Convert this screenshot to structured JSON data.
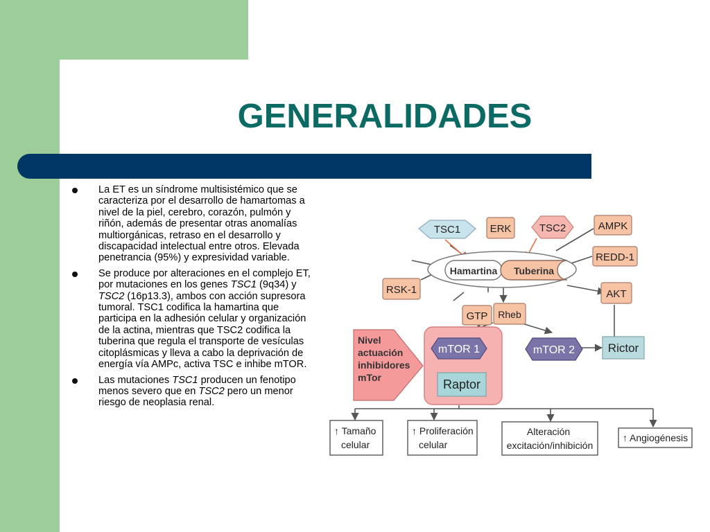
{
  "slide": {
    "title": "GENERALIDADES"
  },
  "colors": {
    "green": "#9dcd98",
    "title_teal": "#0b6a63",
    "bar_navy": "#003764",
    "protein_box": "#f7c3a5",
    "tsc1_box": "#c8e3ec",
    "tsc2_box": "#f5b7b0",
    "mtor_box": "#7b74a9",
    "raptor_box": "#a7d5d8",
    "rictor_box": "#b9dbe0",
    "nivel_arrow": "#f49a9a",
    "red_box": "#f6b1b1"
  },
  "bullets": [
    {
      "parts": [
        {
          "text": "La ET es un síndrome multisistémico que se caracteriza por el desarrollo de hamartomas a nivel de la piel, cerebro, corazón, pulmón y riñón, además de presentar otras anomalías multiorgánicas, retraso en el desarrollo y discapacidad intelectual entre otros. Elevada penetrancia (95%) y expresividad variable."
        }
      ]
    },
    {
      "parts": [
        {
          "text": "Se produce por alteraciones en el complejo ET, por mutaciones en los genes "
        },
        {
          "text": "TSC1",
          "italic": true
        },
        {
          "text": " (9q34) y "
        },
        {
          "text": "TSC2",
          "italic": true
        },
        {
          "text": " (16p13.3), ambos con acción supresora tumoral. TSC1 codifica la hamartina que participa en la adhesión celular y organización de la actina, mientras que TSC2 codifica la tuberina que regula el transporte de vesículas citoplásmicas y lleva a cabo la deprivación de energía vía AMPc, activa TSC e inhibe mTOR."
        }
      ]
    },
    {
      "parts": [
        {
          "text": "Las mutaciones "
        },
        {
          "text": "TSC1",
          "italic": true
        },
        {
          "text": " producen un fenotipo menos severo que en "
        },
        {
          "text": "TSC2",
          "italic": true
        },
        {
          "text": " pero un menor riesgo de neoplasia renal."
        }
      ]
    }
  ],
  "diagram": {
    "tsc1": "TSC1",
    "erk": "ERK",
    "tsc2": "TSC2",
    "ampk": "AMPK",
    "hamartina": "Hamartina",
    "tuberina": "Tuberina",
    "redd1": "REDD-1",
    "rsk1": "RSK-1",
    "akt": "AKT",
    "gtp": "GTP",
    "rheb": "Rheb",
    "nivel": [
      "Nivel",
      "actuación",
      "inhibidores",
      "mTor"
    ],
    "mtor1": "mTOR 1",
    "mtor2": "mTOR 2",
    "rictor": "Rictor",
    "raptor": "Raptor",
    "out1": [
      "↑ Tamaño",
      "celular"
    ],
    "out2": [
      "↑ Proliferación",
      "celular"
    ],
    "out3": [
      "Alteración",
      "excitación/inhibición"
    ],
    "out4": [
      "↑ Angiogénesis"
    ]
  }
}
